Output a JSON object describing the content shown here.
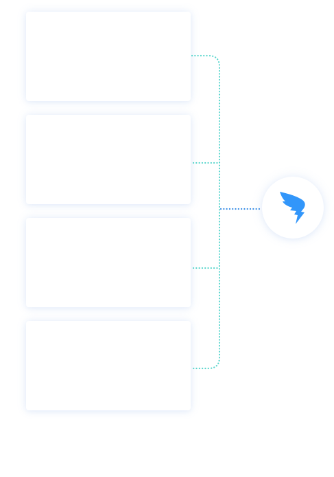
{
  "colors": {
    "connector": "#5ad6cd",
    "hub_connector": "#3a8ee6",
    "brand": "#3296fa",
    "card_background": "#ffffff"
  },
  "cards": [
    {
      "id": "card-1"
    },
    {
      "id": "card-2"
    },
    {
      "id": "card-3"
    },
    {
      "id": "card-4"
    }
  ],
  "hub": {
    "icon": "dingtalk-wing-logo-icon"
  }
}
